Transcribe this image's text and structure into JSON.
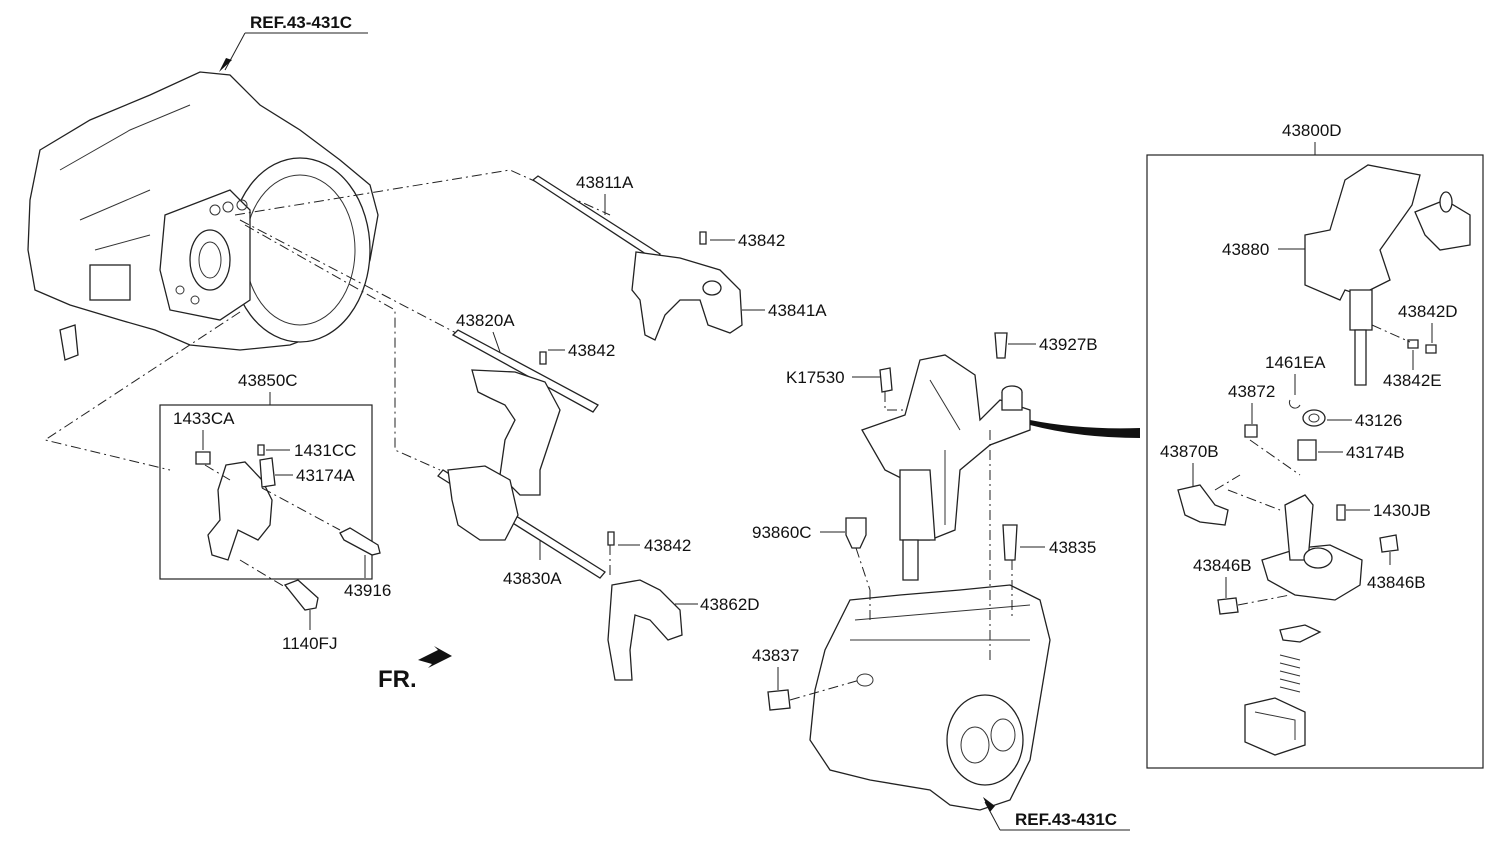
{
  "references": {
    "top": "REF.43-431C",
    "bottom": "REF.43-431C"
  },
  "direction": {
    "label": "FR."
  },
  "groups": {
    "shift_lever_assy": "43800D",
    "finger_assy": "43850C"
  },
  "parts": {
    "p43811A": "43811A",
    "p43842_top": "43842",
    "p43841A": "43841A",
    "p43820A": "43820A",
    "p43842_mid": "43842",
    "p43850C": "43850C",
    "p1433CA": "1433CA",
    "p1431CC": "1431CC",
    "p43174A": "43174A",
    "p43916": "43916",
    "p1140FJ": "1140FJ",
    "p43830A": "43830A",
    "p43842_low": "43842",
    "p43862D": "43862D",
    "pK17530": "K17530",
    "p43927B": "43927B",
    "p93860C": "93860C",
    "p43835": "43835",
    "p43837": "43837",
    "p43880": "43880",
    "p43842D": "43842D",
    "p43842E": "43842E",
    "p1461EA": "1461EA",
    "p43872": "43872",
    "p43126": "43126",
    "p43870B": "43870B",
    "p43174B": "43174B",
    "p1430JB": "1430JB",
    "p43846B_left": "43846B",
    "p43846B_right": "43846B"
  }
}
